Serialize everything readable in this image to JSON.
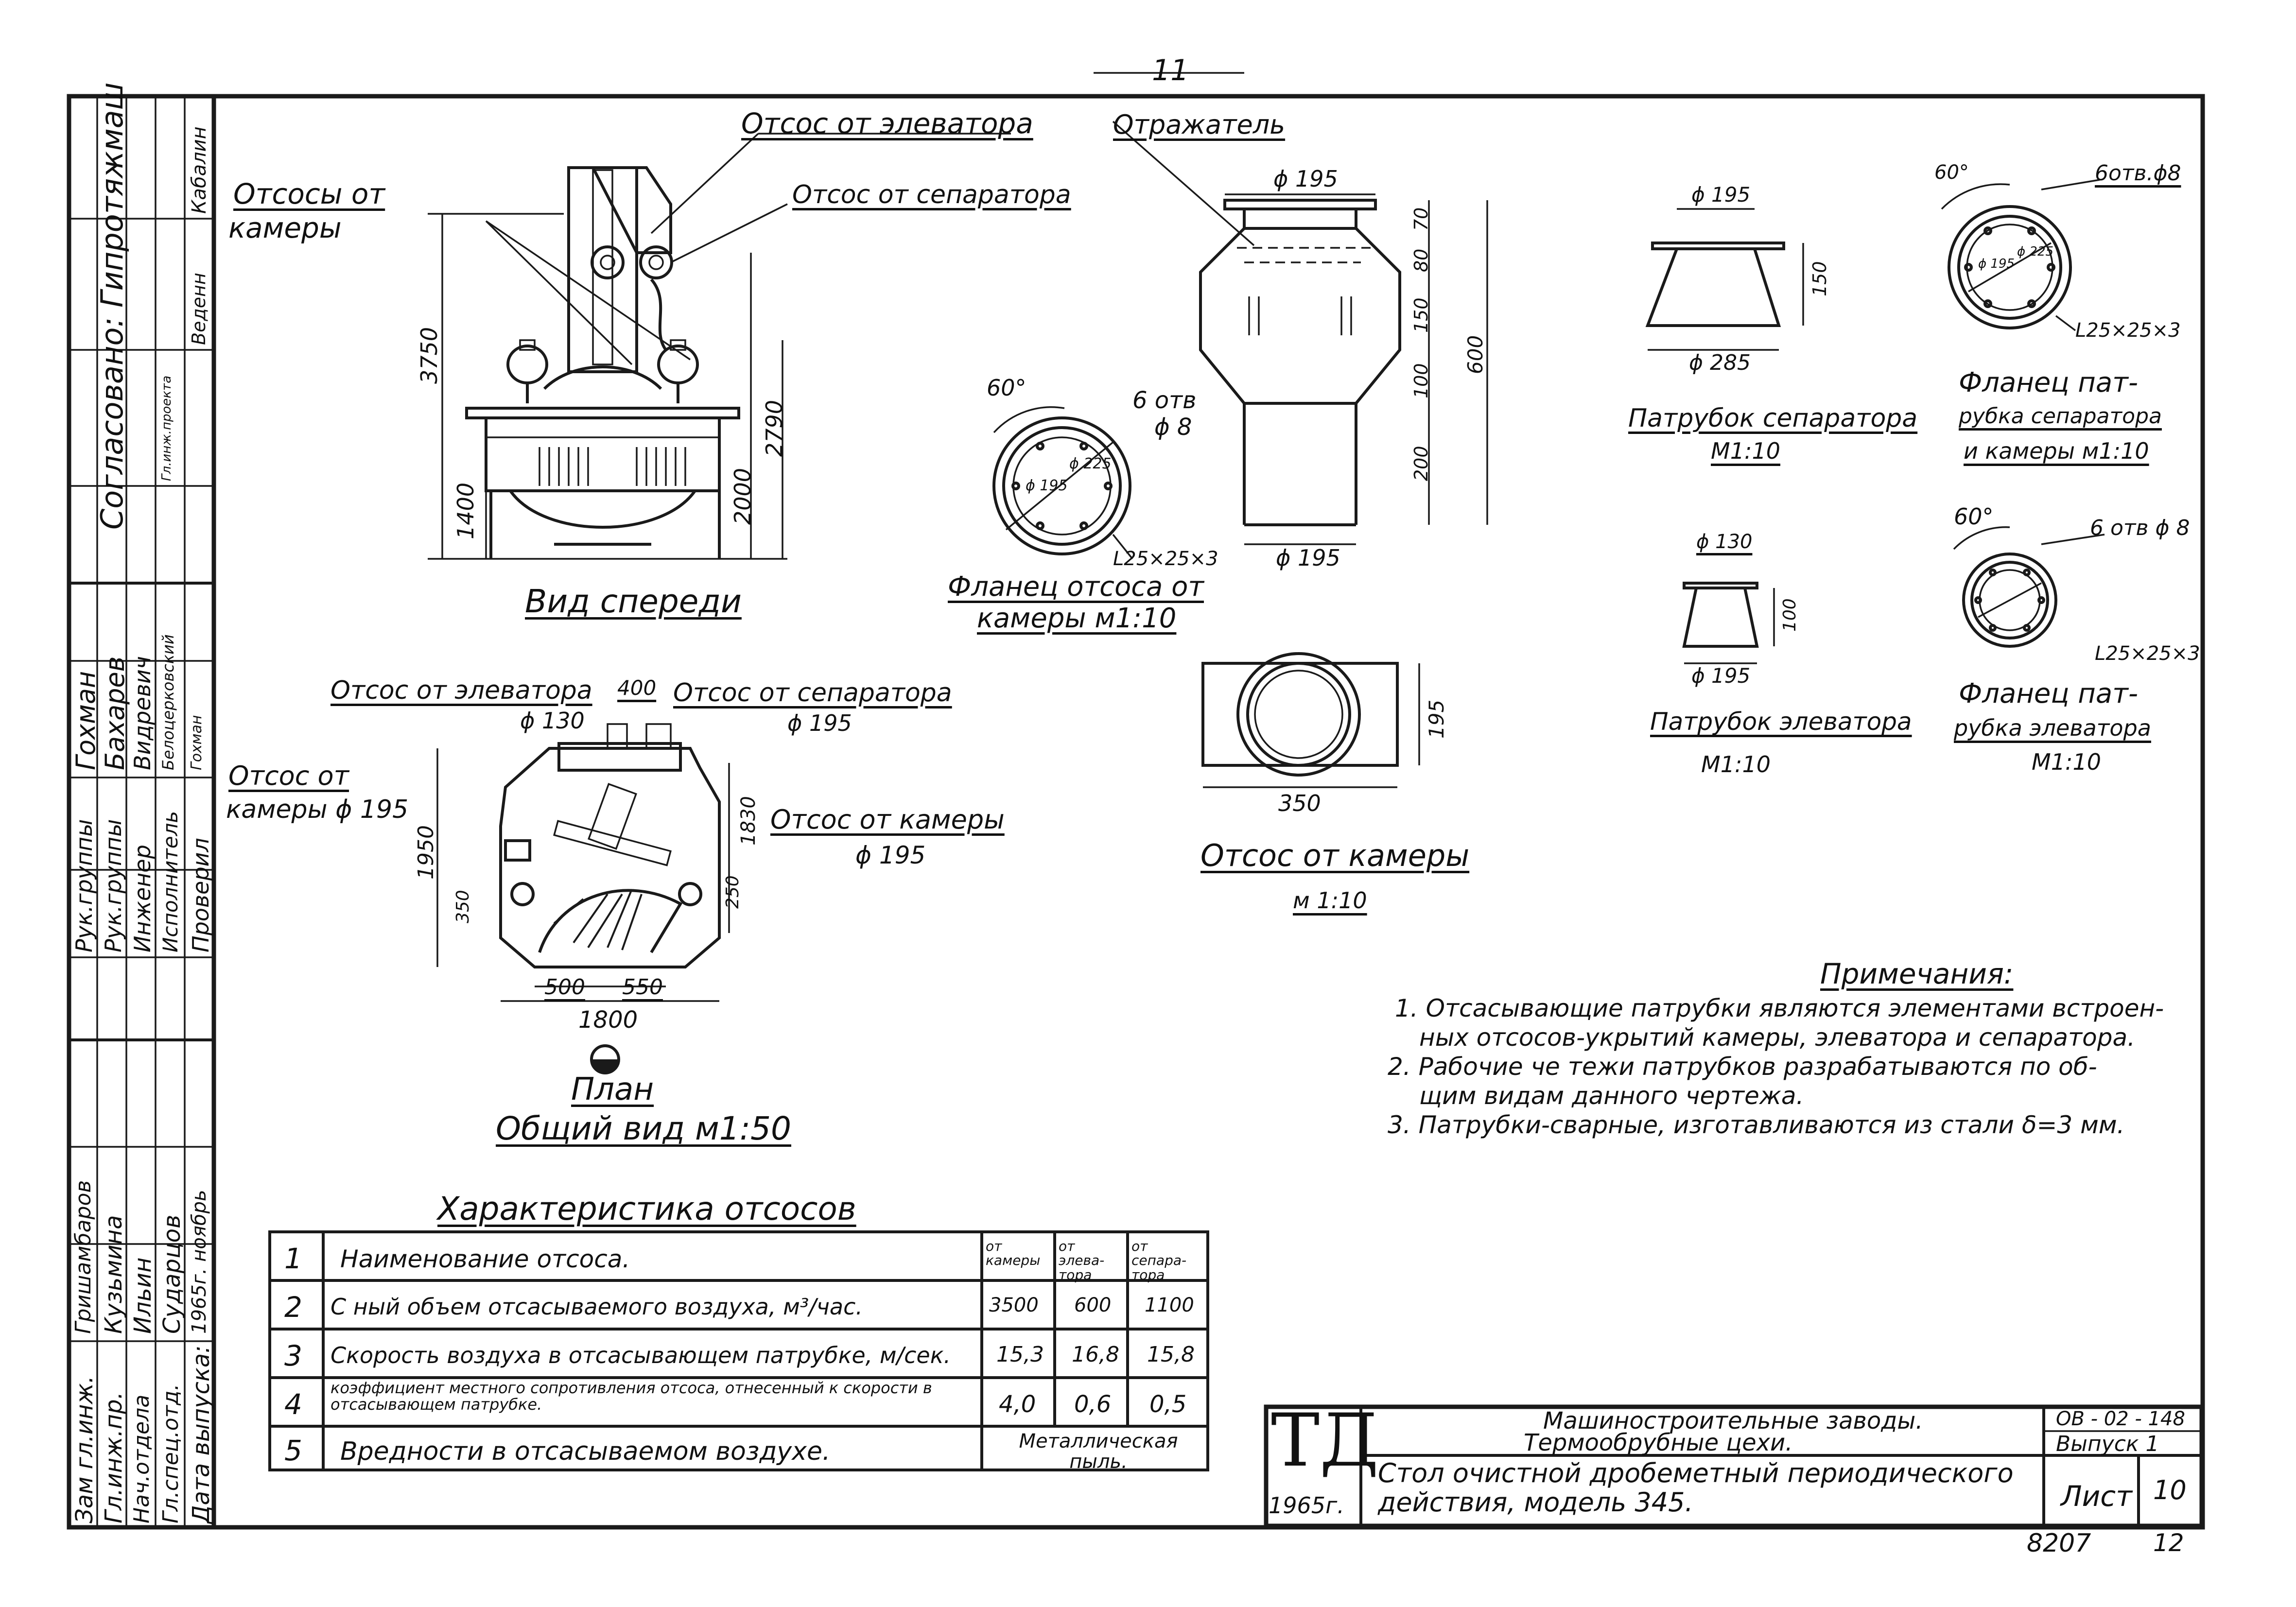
{
  "sheet": {
    "top_number": "11",
    "bottom_codes": [
      "8207",
      "12"
    ]
  },
  "callouts": {
    "elevator_suction": "Отсос от элеватора",
    "separator_suction": "Отсос от сепаратора",
    "chamber_suction_lines": [
      "Отсосы от",
      "камеры"
    ],
    "reflector": "Отражатель"
  },
  "front_view": {
    "title": "Вид спереди",
    "dims": [
      "3750",
      "2790",
      "2000",
      "1400"
    ]
  },
  "plan_view": {
    "title": "План",
    "general_title": "Общий вид  м1:50",
    "elevator_label": "Отсос от элеватора",
    "elevator_dia": "ϕ 130",
    "dim_400": "400",
    "separator_label": "Отсос от сепаратора",
    "separator_dia": "ϕ 195",
    "chamber_left_lines": [
      "Отсос от",
      "камеры ϕ 195"
    ],
    "chamber_right_label": "Отсос от камеры",
    "chamber_right_dia": "ϕ 195",
    "dims": [
      "1950",
      "1830",
      "250",
      "350",
      "500",
      "550",
      "1800"
    ]
  },
  "flange_chamber": {
    "angle": "60°",
    "holes_lines": [
      "6 отв",
      "ϕ 8"
    ],
    "inner_dims": [
      "ϕ 195",
      "ϕ 225"
    ],
    "angle_steel": "L25×25×3",
    "title_lines": [
      "Фланец отсоса от",
      "камеры  м1:10"
    ]
  },
  "chamber_pipe": {
    "top_dia": "ϕ 195",
    "bottom_dia": "ϕ 195",
    "dims": [
      "70",
      "80",
      "150",
      "100",
      "200",
      "600"
    ],
    "plan_dims": [
      "195",
      "350"
    ],
    "title": "Отсос от камеры",
    "scale": "м 1:10"
  },
  "separator_pipe": {
    "top_dia": "ϕ 195",
    "height": "150",
    "bottom_dia": "ϕ 285",
    "title": "Патрубок сепаратора",
    "scale": "М1:10"
  },
  "separator_flange": {
    "angle": "60°",
    "holes": "6отв.ϕ8",
    "inner_dims": [
      "ϕ 195",
      "ϕ 225"
    ],
    "angle_steel": "L25×25×3",
    "title_lines": [
      "Фланец пат-",
      "рубка сепаратора",
      "и камеры  м1:10"
    ]
  },
  "elevator_pipe": {
    "top_dia": "ϕ 130",
    "height": "100",
    "bottom_dia": "ϕ 195",
    "title": "Патрубок элеватора",
    "scale": "М1:10"
  },
  "elevator_flange": {
    "angle": "60°",
    "holes": "6 отв ϕ 8",
    "angle_steel": "L25×25×3",
    "title_lines": [
      "Фланец пат-",
      "рубка  элеватора"
    ],
    "scale": "М1:10"
  },
  "notes": {
    "heading": "Примечания:",
    "lines": [
      "1. Отсасывающие   патрубки  являются элементами встроен-",
      "ных отсосов-укрытий камеры, элеватора и сепаратора.",
      "2. Рабочие   че  тежи патрубков разрабатываются по об-",
      "щим видам данного чертежа.",
      "3. Патрубки-сварные, изготавливаются из стали δ=3 мм."
    ]
  },
  "characteristics_table": {
    "title": "Характеристика отсосов",
    "col_headers": [
      "от камеры",
      "от элева-тора",
      "от сепара-тора"
    ],
    "rows": [
      {
        "num": "1",
        "name": "Наименование  отсоса.",
        "values": [
          "",
          "",
          ""
        ]
      },
      {
        "num": "2",
        "name": "С     ный объем отсасываемого воздуха, м³/час.",
        "values": [
          "3500",
          "600",
          "1100"
        ]
      },
      {
        "num": "3",
        "name": "Скорость воздуха в отсасывающем патрубке, м/сек.",
        "values": [
          "15,3",
          "16,8",
          "15,8"
        ]
      },
      {
        "num": "4",
        "name": "коэффициент местного сопротивления отсоса, отнесенный к скорости в отсасывающем патрубке.",
        "values": [
          "4,0",
          "0,6",
          "0,5"
        ]
      },
      {
        "num": "5",
        "name": "Вредности в отсасываемом воздухе.",
        "values": [
          "Металлическая пыль."
        ]
      }
    ]
  },
  "title_block": {
    "logo": "ТД",
    "year": "1965г.",
    "org_lines": [
      "Машиностроительные  заводы.",
      "Термообрубные  цехи."
    ],
    "desc_lines": [
      "Стол очистной дробеметный периодического",
      "действия,  модель  345."
    ],
    "code": "ОВ - 02 - 148",
    "issue": "Выпуск 1",
    "sheet_label": "Лист",
    "sheet_num": "10"
  },
  "side_stamp": {
    "agreed": "Согласовано: Гипротяжмаш",
    "row_titles": [
      "Зам гл.инж.",
      "Гл.инж.пр.",
      "Нач.отдела",
      "Гл.спец.отд.",
      "Дата выпуска:"
    ],
    "row_names": [
      "Гришамбаров",
      "Кузьмина",
      "Ильин",
      "Сударцов",
      "1965г. ноябрь"
    ],
    "row_titles2": [
      "Рук.группы",
      "Рук.группы",
      "Инженер",
      "Исполнитель",
      "Проверил"
    ],
    "row_names2": [
      "Гохман",
      "Бахарев",
      "Видревич",
      "Белоцерковский",
      "Гохман"
    ],
    "top_names": [
      "Кабалин",
      "Веденн",
      "Гл.инж.проекта"
    ]
  }
}
